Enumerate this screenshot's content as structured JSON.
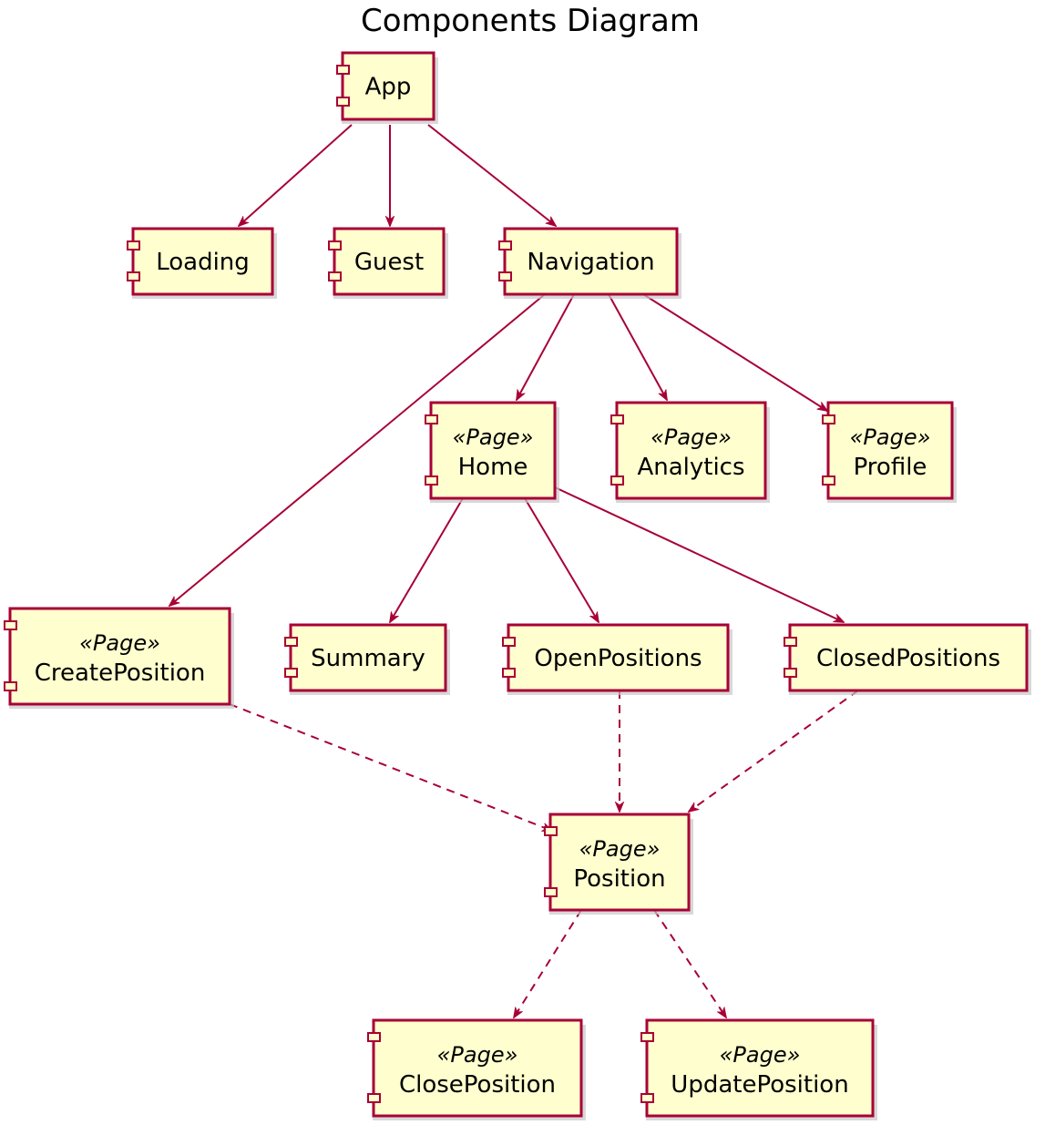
{
  "title": "Components Diagram",
  "colors": {
    "box_fill": "#FEFECE",
    "border": "#A80036"
  },
  "components": [
    {
      "id": "app",
      "name": "App",
      "stereotype": ""
    },
    {
      "id": "loading",
      "name": "Loading",
      "stereotype": ""
    },
    {
      "id": "guest",
      "name": "Guest",
      "stereotype": ""
    },
    {
      "id": "navigation",
      "name": "Navigation",
      "stereotype": ""
    },
    {
      "id": "home",
      "name": "Home",
      "stereotype": "«Page»"
    },
    {
      "id": "analytics",
      "name": "Analytics",
      "stereotype": "«Page»"
    },
    {
      "id": "profile",
      "name": "Profile",
      "stereotype": "«Page»"
    },
    {
      "id": "createposition",
      "name": "CreatePosition",
      "stereotype": "«Page»"
    },
    {
      "id": "summary",
      "name": "Summary",
      "stereotype": ""
    },
    {
      "id": "openpositions",
      "name": "OpenPositions",
      "stereotype": ""
    },
    {
      "id": "closedpositions",
      "name": "ClosedPositions",
      "stereotype": ""
    },
    {
      "id": "position",
      "name": "Position",
      "stereotype": "«Page»"
    },
    {
      "id": "closeposition",
      "name": "ClosePosition",
      "stereotype": "«Page»"
    },
    {
      "id": "updateposition",
      "name": "UpdatePosition",
      "stereotype": "«Page»"
    }
  ],
  "relations": [
    {
      "from": "app",
      "to": "loading",
      "style": "solid"
    },
    {
      "from": "app",
      "to": "guest",
      "style": "solid"
    },
    {
      "from": "app",
      "to": "navigation",
      "style": "solid"
    },
    {
      "from": "navigation",
      "to": "createposition",
      "style": "solid"
    },
    {
      "from": "navigation",
      "to": "home",
      "style": "solid"
    },
    {
      "from": "navigation",
      "to": "analytics",
      "style": "solid"
    },
    {
      "from": "navigation",
      "to": "profile",
      "style": "solid"
    },
    {
      "from": "home",
      "to": "summary",
      "style": "solid"
    },
    {
      "from": "home",
      "to": "openpositions",
      "style": "solid"
    },
    {
      "from": "home",
      "to": "closedpositions",
      "style": "solid"
    },
    {
      "from": "createposition",
      "to": "position",
      "style": "dashed"
    },
    {
      "from": "openpositions",
      "to": "position",
      "style": "dashed"
    },
    {
      "from": "closedpositions",
      "to": "position",
      "style": "dashed"
    },
    {
      "from": "position",
      "to": "closeposition",
      "style": "dashed"
    },
    {
      "from": "position",
      "to": "updateposition",
      "style": "dashed"
    }
  ]
}
